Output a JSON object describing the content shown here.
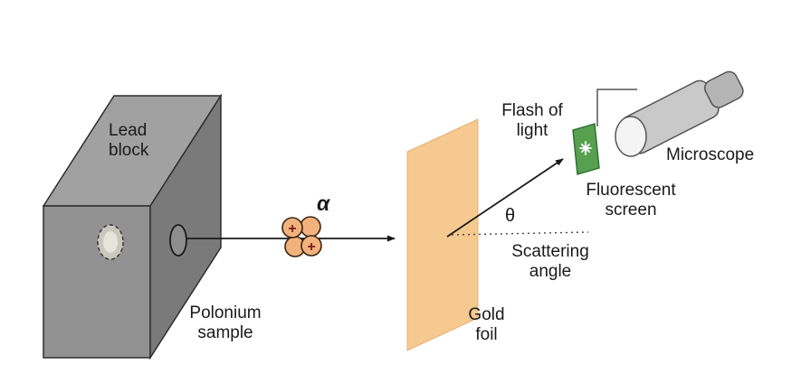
{
  "labels": {
    "lead_block": [
      "Lead",
      "block"
    ],
    "polonium_sample": [
      "Polonium",
      "sample"
    ],
    "gold_foil": [
      "Gold",
      "foil"
    ],
    "scattering_angle": [
      "Scattering",
      "angle"
    ],
    "flash_of_light": [
      "Flash of",
      "light"
    ],
    "fluorescent_screen": [
      "Fluorescent",
      "screen"
    ],
    "microscope": "Microscope"
  },
  "symbols": {
    "alpha": "α",
    "theta": "θ",
    "plus": "+"
  },
  "colors": {
    "lead_top": "#a1a1a1",
    "lead_front": "#929292",
    "lead_side": "#7a7a7a",
    "opening_fill": "#8d8d8d",
    "sample_blob": "#cac7bf",
    "sample_blob_light": "#e7e4db",
    "gold_foil": "#f5c98f",
    "screen_green": "#56a04f",
    "alpha_fill": "#f2b27e",
    "microscope_body": "#c9c9c9",
    "microscope_eyepiece": "#b5b5b5",
    "microscope_lens": "#f4f4f4",
    "line_dark": "#1a1a1a",
    "plus_red": "#7a1a1a"
  }
}
